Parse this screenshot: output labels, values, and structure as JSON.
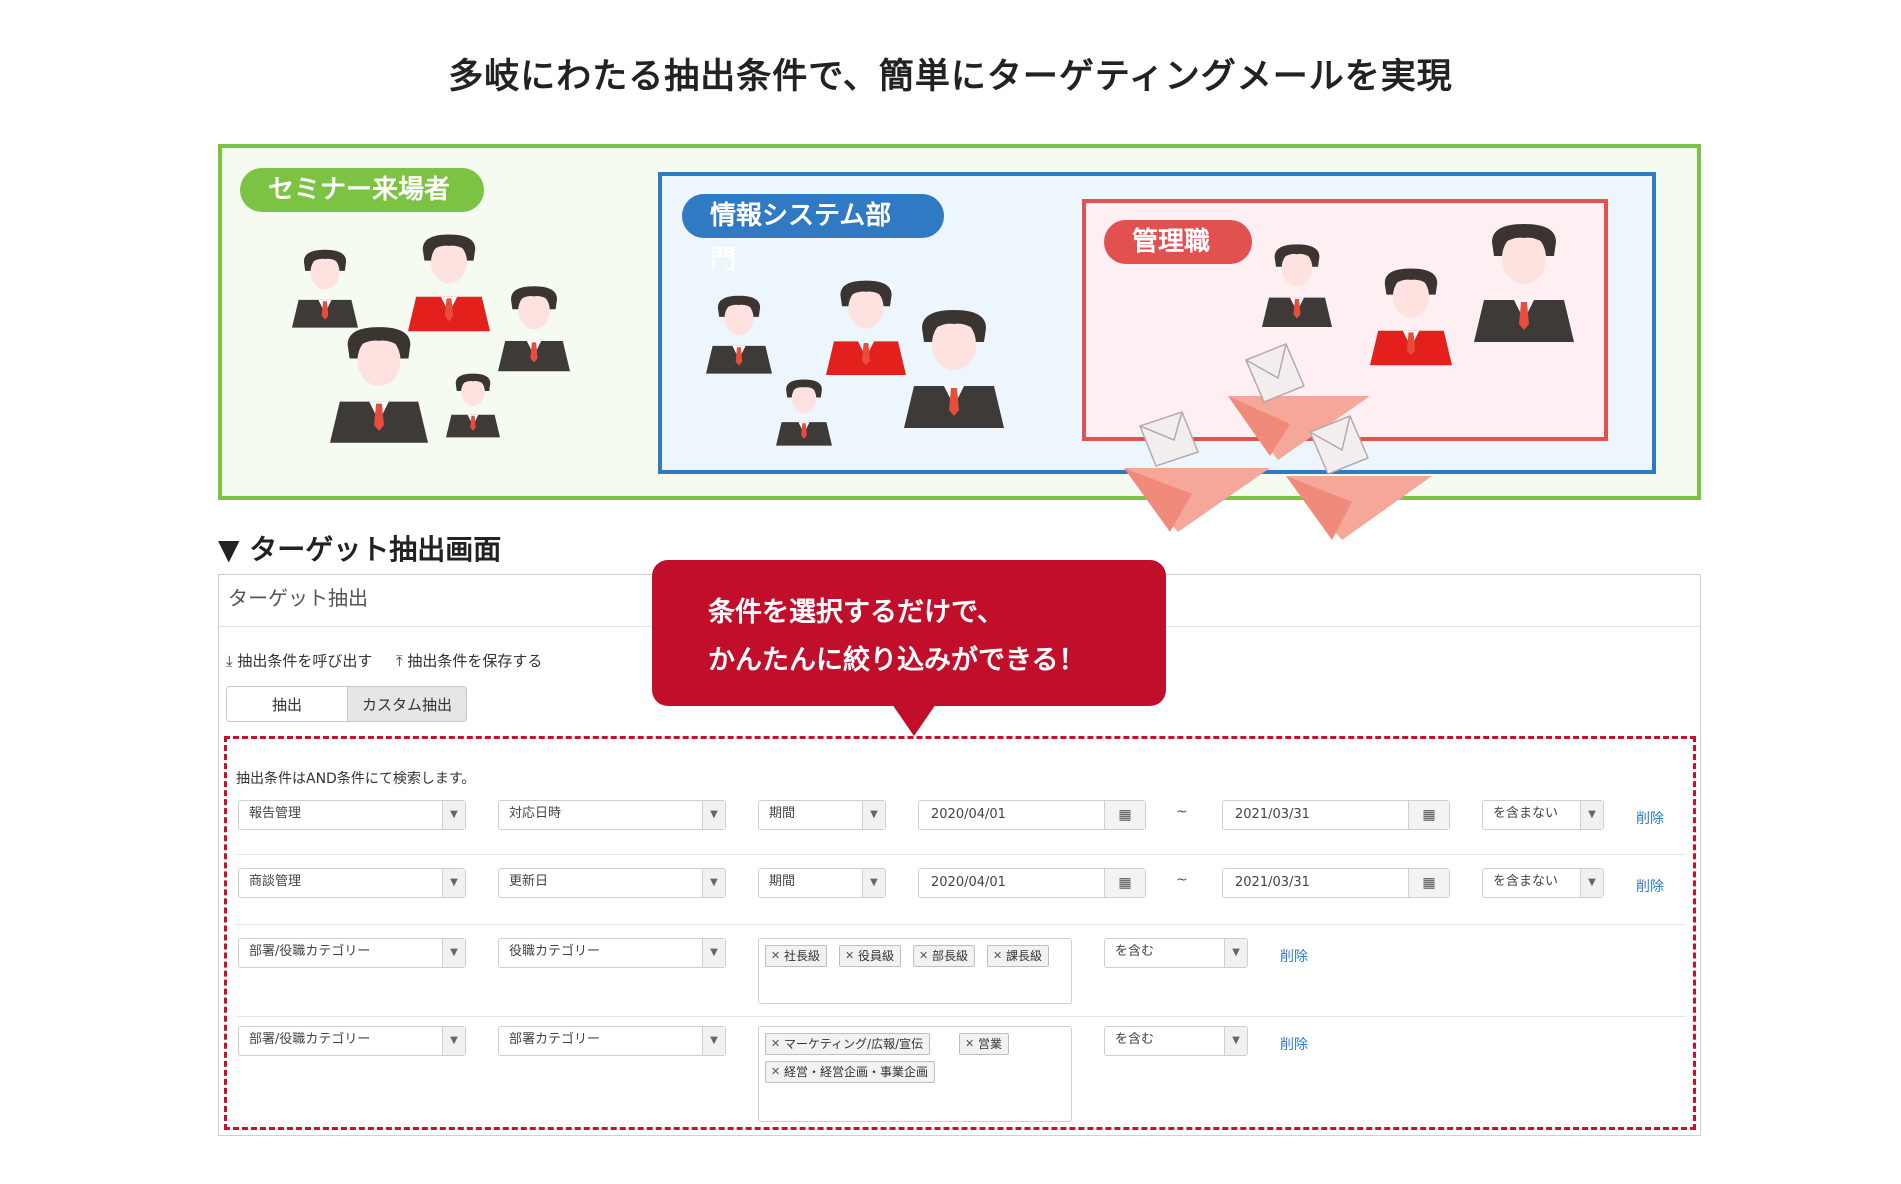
{
  "headline": "多岐にわたる抽出条件で、簡単にターゲティングメールを実現",
  "groups": {
    "seminar": "セミナー来場者",
    "it": "情報システム部門",
    "manager": "管理職"
  },
  "section_title": "▼ ターゲット抽出画面",
  "panel": {
    "title": "ターゲット抽出",
    "load_label": "抽出条件を呼び出す",
    "save_label": "抽出条件を保存する",
    "tabs": [
      {
        "label": "抽出",
        "selected": false
      },
      {
        "label": "カスタム抽出",
        "selected": true
      }
    ],
    "note": "抽出条件はAND条件にて検索します。",
    "delete_label": "削除",
    "rows": [
      {
        "category": "報告管理",
        "field": "対応日時",
        "op": "期間",
        "from": "2020/04/01",
        "tilde": "~",
        "to": "2021/03/31",
        "mode": "を含まない"
      },
      {
        "category": "商談管理",
        "field": "更新日",
        "op": "期間",
        "from": "2020/04/01",
        "tilde": "~",
        "to": "2021/03/31",
        "mode": "を含まない"
      },
      {
        "category": "部署/役職カテゴリー",
        "field": "役職カテゴリー",
        "tags": [
          "社長級",
          "役員級",
          "部長級",
          "課長級"
        ],
        "mode": "を含む"
      },
      {
        "category": "部署/役職カテゴリー",
        "field": "部署カテゴリー",
        "tags": [
          "マーケティング/広報/宣伝",
          "営業",
          "経営・経営企画・事業企画"
        ],
        "mode": "を含む"
      }
    ]
  },
  "callout": {
    "line1": "条件を選択するだけで、",
    "line2": "かんたんに絞り込みができる！"
  },
  "colors": {
    "green": "#7cc243",
    "blue": "#2f7ac2",
    "red": "#e0514f",
    "callout": "#c10e2a",
    "link": "#2e7bcf"
  },
  "icons": {
    "person": "businessperson-icon",
    "envelope": "envelope-icon",
    "plane": "paper-plane-icon",
    "download": "download-icon",
    "upload": "upload-icon",
    "calendar": "calendar-icon",
    "remove": "remove-x-icon",
    "dropdown": "dropdown-arrow-icon"
  }
}
